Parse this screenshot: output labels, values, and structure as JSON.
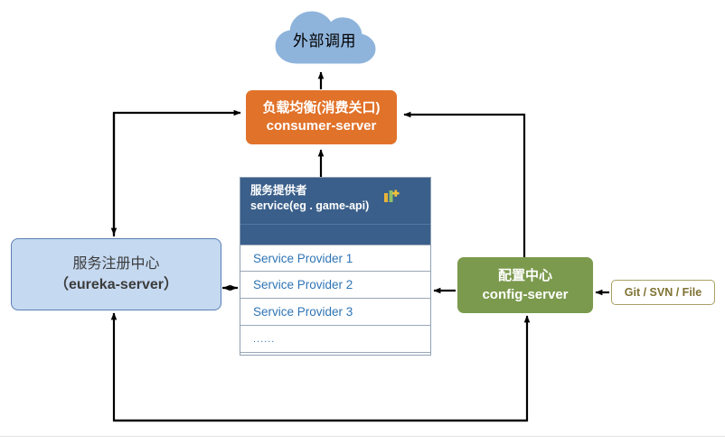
{
  "diagram": {
    "title": "Spring Cloud microservice architecture diagram",
    "colors": {
      "consumer_orange": "#E1722A",
      "provider_dark_blue": "#3A5F8A",
      "eureka_light_blue": "#C5D9F1",
      "config_green": "#7B9A4D",
      "git_tan": "#A9A066",
      "link_blue": "#2E74B5",
      "arrow_black": "#000000"
    }
  },
  "cloud": {
    "name": "external-call",
    "label": "外部调用"
  },
  "consumer": {
    "name": "consumer-server",
    "line1": "负载均衡(消费关口)",
    "line2": "consumer-server"
  },
  "service_panel": {
    "header_line1": "服务提供者",
    "header_line2": "service(eg . game-api)",
    "icon": "chart-add-icon",
    "rows": [
      {
        "label": "Service Provider 1"
      },
      {
        "label": "Service Provider 2"
      },
      {
        "label": "Service Provider 3"
      },
      {
        "label": "......"
      }
    ]
  },
  "eureka": {
    "name": "eureka-server",
    "line1": "服务注册中心",
    "line2": "（eureka-server）"
  },
  "config": {
    "name": "config-server",
    "line1": "配置中心",
    "line2": "config-server"
  },
  "git": {
    "name": "git-svn-file",
    "label": "Git / SVN / File"
  }
}
